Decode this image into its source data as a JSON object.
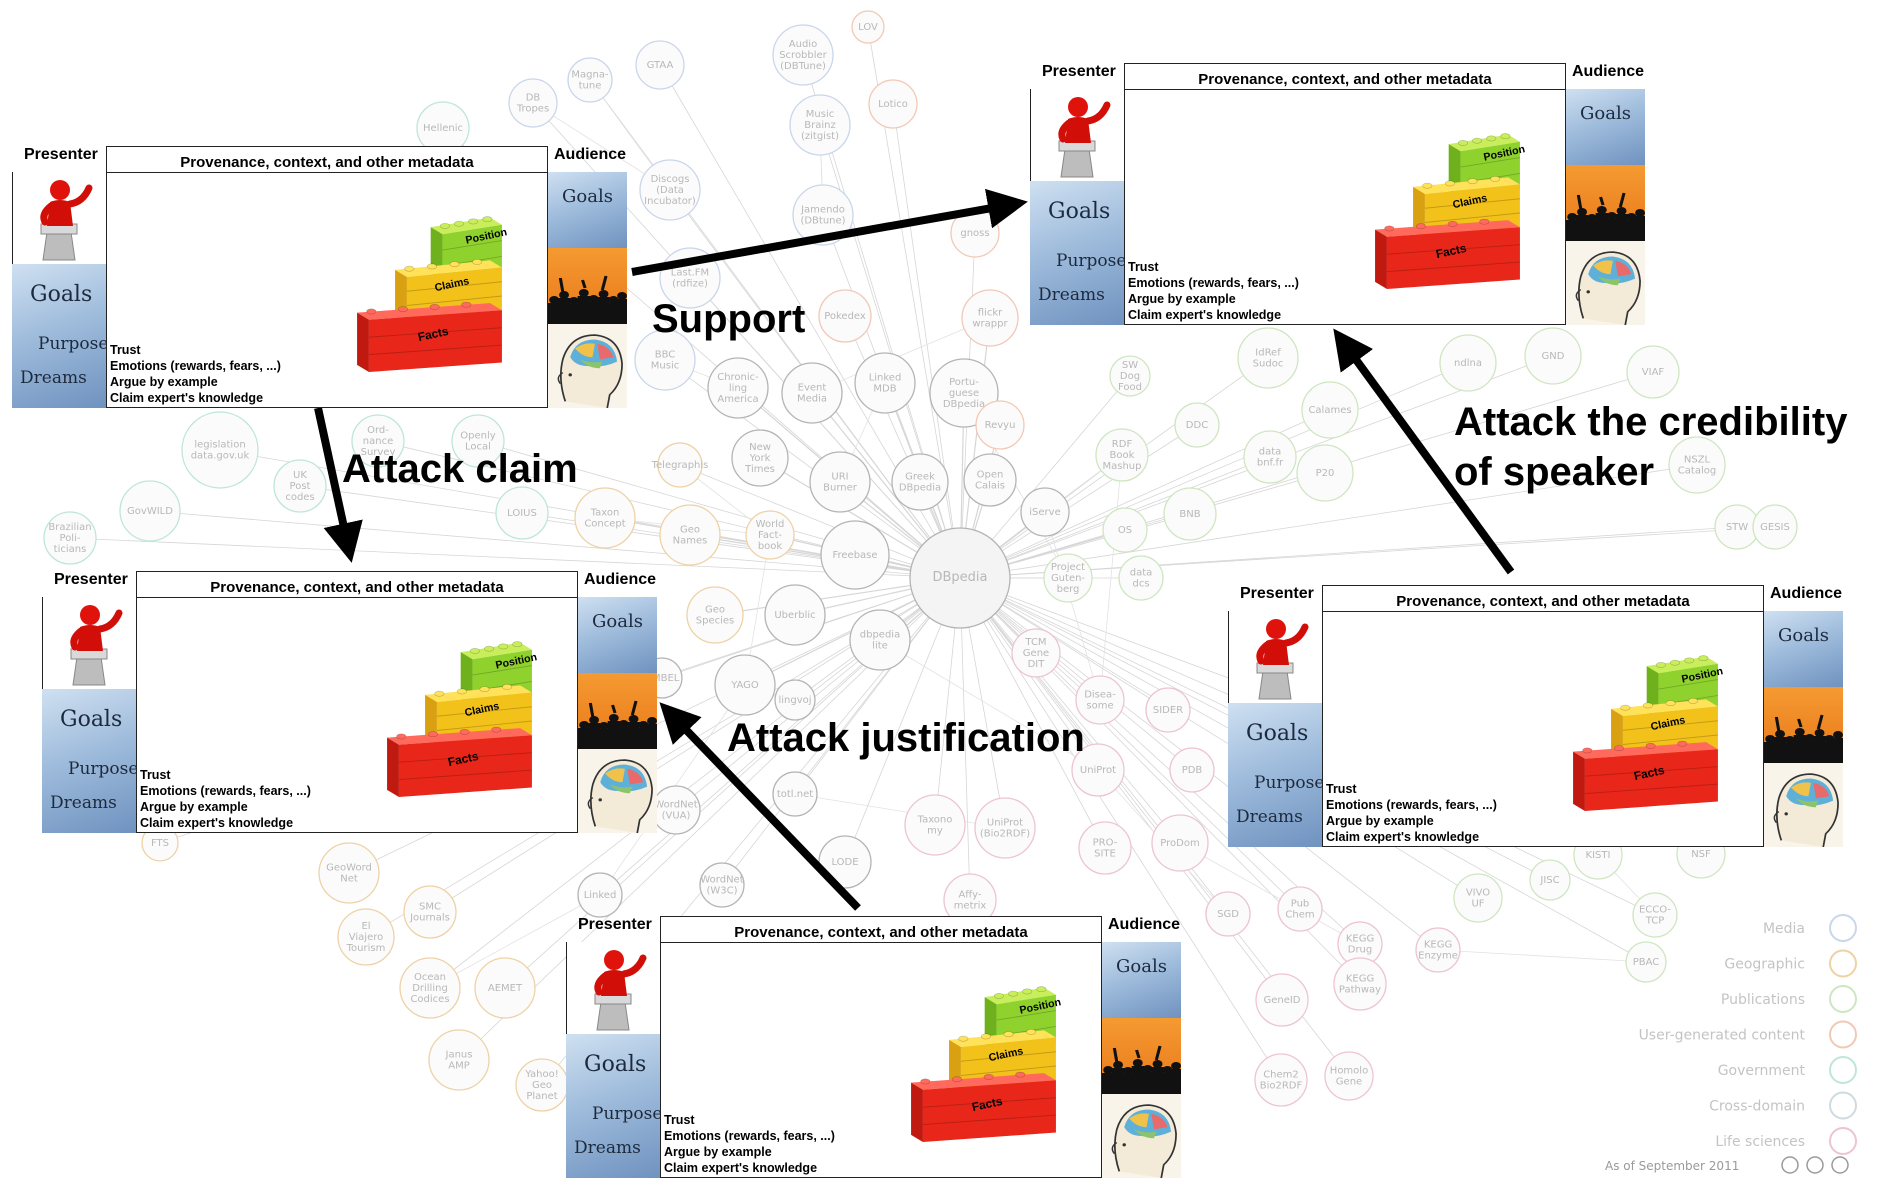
{
  "panel": {
    "presenter_label": "Presenter",
    "header": "Provenance, context, and other metadata",
    "audience_label": "Audience",
    "goals_words": [
      "Goals",
      "Purpose",
      "Dreams"
    ],
    "pyramid_labels": {
      "top": "Position",
      "middle": "Claims",
      "bottom": "Facts"
    },
    "rhetoric": [
      "Trust",
      "Emotions (rewards, fears, ...)",
      "Argue by example",
      "Claim expert's knowledge"
    ]
  },
  "arrows": {
    "support": "Support",
    "attack_claim": "Attack claim",
    "attack_justification": "Attack justification",
    "attack_credibility_line1": "Attack the credibility",
    "attack_credibility_line2": "of speaker"
  },
  "cloud_nodes": [
    {
      "label": "DBpedia",
      "color": "#b4b4b4"
    },
    {
      "label": "Freebase",
      "color": "#b4b4b4"
    },
    {
      "label": "Uberblic",
      "color": "#b4b4b4"
    },
    {
      "label": "dbpedia lite",
      "color": "#b4b4b4"
    },
    {
      "label": "YAGO",
      "color": "#b4b4b4"
    },
    {
      "label": "Geo Names",
      "color": "#eed2a6"
    },
    {
      "label": "Geo Species",
      "color": "#eed2a6"
    },
    {
      "label": "Taxon Concept",
      "color": "#eed2a6"
    },
    {
      "label": "World Fact- book",
      "color": "#eed2a6"
    },
    {
      "label": "URI Burner",
      "color": "#b4b4b4"
    },
    {
      "label": "Greek DBpedia",
      "color": "#b4b4b4"
    },
    {
      "label": "Open Calais",
      "color": "#b4b4b4"
    },
    {
      "label": "iServe",
      "color": "#b4b4b4"
    },
    {
      "label": "New York Times",
      "color": "#b4b4b4"
    },
    {
      "label": "Event Media",
      "color": "#b4b4b4"
    },
    {
      "label": "Chronic- ling America",
      "color": "#b4b4b4"
    },
    {
      "label": "Linked MDB",
      "color": "#b4b4b4"
    },
    {
      "label": "Portu- guese DBpedia",
      "color": "#b4b4b4"
    },
    {
      "label": "Revyu",
      "color": "#f2c8b6"
    },
    {
      "label": "flickr wrappr",
      "color": "#f2c8b6"
    },
    {
      "label": "BBC Music",
      "color": "#c9d6ec"
    },
    {
      "label": "Last.FM (rdfize)",
      "color": "#c9d6ec"
    },
    {
      "label": "Discogs (Data Incubator)",
      "color": "#c9d6ec"
    },
    {
      "label": "Music Brainz (zitgist)",
      "color": "#c9d6ec"
    },
    {
      "label": "Jamendo (DBtune)",
      "color": "#c9d6ec"
    },
    {
      "label": "Audio Scrobbler (DBTune)",
      "color": "#c9d6ec"
    },
    {
      "label": "GTAA",
      "color": "#c9d6ec"
    },
    {
      "label": "DB Tropes",
      "color": "#c9d6ec"
    },
    {
      "label": "LOV",
      "color": "#f2c8b6"
    },
    {
      "label": "Lotico",
      "color": "#f2c8b6"
    },
    {
      "label": "gnoss",
      "color": "#f2c8b6"
    },
    {
      "label": "Pokedex",
      "color": "#f2c8b6"
    },
    {
      "label": "OS",
      "color": "#cfe6c2"
    },
    {
      "label": "BNB",
      "color": "#cfe6c2"
    },
    {
      "label": "DDC",
      "color": "#cfe6c2"
    },
    {
      "label": "P20",
      "color": "#cfe6c2"
    },
    {
      "label": "GND",
      "color": "#cfe6c2"
    },
    {
      "label": "VIAF",
      "color": "#cfe6c2"
    },
    {
      "label": "ndlna",
      "color": "#cfe6c2"
    },
    {
      "label": "Calames",
      "color": "#cfe6c2"
    },
    {
      "label": "IdRef Sudoc",
      "color": "#cfe6c2"
    },
    {
      "label": "data bnf.fr",
      "color": "#cfe6c2"
    },
    {
      "label": "STW",
      "color": "#cfe6c2"
    },
    {
      "label": "GESIS",
      "color": "#cfe6c2"
    },
    {
      "label": "NSZL Catalog",
      "color": "#cfe6c2"
    },
    {
      "label": "KISTI",
      "color": "#cfe6c2"
    },
    {
      "label": "NSF",
      "color": "#cfe6c2"
    },
    {
      "label": "JISC",
      "color": "#cfe6c2"
    },
    {
      "label": "PBAC",
      "color": "#cfe6c2"
    },
    {
      "label": "ECCO- TCP",
      "color": "#cfe6c2"
    },
    {
      "label": "UniProt",
      "color": "#ecc4d2"
    },
    {
      "label": "PDB",
      "color": "#ecc4d2"
    },
    {
      "label": "SIDER",
      "color": "#ecc4d2"
    },
    {
      "label": "ProDom",
      "color": "#ecc4d2"
    },
    {
      "label": "PRO- SITE",
      "color": "#ecc4d2"
    },
    {
      "label": "Taxono my",
      "color": "#ecc4d2"
    },
    {
      "label": "UniProt (Bio2RDF)",
      "color": "#ecc4d2"
    },
    {
      "label": "SGD",
      "color": "#ecc4d2"
    },
    {
      "label": "Pub Chem",
      "color": "#ecc4d2"
    },
    {
      "label": "KEGG Drug",
      "color": "#ecc4d2"
    },
    {
      "label": "GeneID",
      "color": "#ecc4d2"
    },
    {
      "label": "KEGG Pathway",
      "color": "#ecc4d2"
    },
    {
      "label": "KEGG Enzyme",
      "color": "#ecc4d2"
    },
    {
      "label": "Chem2 Bio2RDF",
      "color": "#ecc4d2"
    },
    {
      "label": "Homolo Gene",
      "color": "#ecc4d2"
    },
    {
      "label": "legislation data.gov.uk",
      "color": "#bfe6d8"
    },
    {
      "label": "UK Post codes",
      "color": "#bfe6d8"
    },
    {
      "label": "GovWILD",
      "color": "#bfe6d8"
    },
    {
      "label": "LOIUS",
      "color": "#bfe6d8"
    },
    {
      "label": "Ord- nance Survey",
      "color": "#bfe6d8"
    },
    {
      "label": "Openly Local",
      "color": "#bfe6d8"
    },
    {
      "label": "Brazilian Poli- ticians",
      "color": "#bfe6d8"
    },
    {
      "label": "GeoWord Net",
      "color": "#eed2a6"
    },
    {
      "label": "AEMET",
      "color": "#eed2a6"
    },
    {
      "label": "Janus AMP",
      "color": "#eed2a6"
    },
    {
      "label": "Ocean Drilling Codices",
      "color": "#eed2a6"
    },
    {
      "label": "SMC Journals",
      "color": "#eed2a6"
    },
    {
      "label": "El Viajero Tourism",
      "color": "#eed2a6"
    },
    {
      "label": "Yahoo! Geo Planet",
      "color": "#eed2a6"
    },
    {
      "label": "FTS",
      "color": "#eed2a6"
    },
    {
      "label": "lingvoj",
      "color": "#b4b4b4"
    },
    {
      "label": "totl.net",
      "color": "#b4b4b4"
    },
    {
      "label": "LODE",
      "color": "#b4b4b4"
    },
    {
      "label": "WordNet (VUA)",
      "color": "#b4b4b4"
    },
    {
      "label": "WordNet (W3C)",
      "color": "#b4b4b4"
    },
    {
      "label": "UMBEL",
      "color": "#b4b4b4"
    },
    {
      "label": "Linked",
      "color": "#b4b4b4"
    },
    {
      "label": "Affy- metrix",
      "color": "#ecc4d2"
    },
    {
      "label": "VIVO UF",
      "color": "#cfe6c2"
    },
    {
      "label": "Hellenic",
      "color": "#bfe6d8"
    },
    {
      "label": "Magna- tune",
      "color": "#c9d6ec"
    },
    {
      "label": "Telegraphis",
      "color": "#eed2a6"
    },
    {
      "label": "RDF Book Mashup",
      "color": "#cfe6c2"
    },
    {
      "label": "SW Dog Food",
      "color": "#cfe6c2"
    },
    {
      "label": "TCM Gene DIT",
      "color": "#ecc4d2"
    },
    {
      "label": "Disea- some",
      "color": "#ecc4d2"
    },
    {
      "label": "Project Guten- berg",
      "color": "#cfe6c2"
    },
    {
      "label": "data dcs",
      "color": "#cfe6c2"
    }
  ],
  "legend": [
    {
      "label": "Media",
      "color": "#c9d6ec"
    },
    {
      "label": "Geographic",
      "color": "#eed2a6"
    },
    {
      "label": "Publications",
      "color": "#cfe6c2"
    },
    {
      "label": "User-generated content",
      "color": "#f2c8b6"
    },
    {
      "label": "Government",
      "color": "#bfe6d8"
    },
    {
      "label": "Cross-domain",
      "color": "#cfdbe0"
    },
    {
      "label": "Life sciences",
      "color": "#ecc4d2"
    }
  ],
  "as_of": "As of September 2011"
}
